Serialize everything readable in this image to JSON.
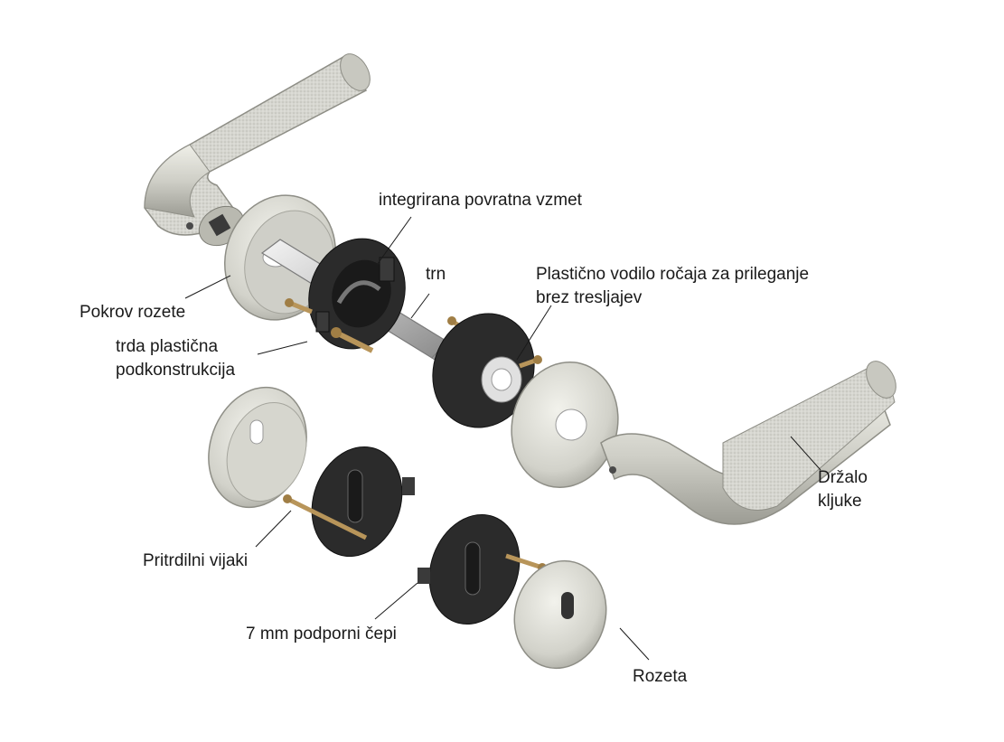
{
  "labels": {
    "spring": "integrirana povratna vzmet",
    "spindle": "trn",
    "guide_line1": "Plastično vodilo ročaja za prileganje",
    "guide_line2": "brez tresljajev",
    "cover": "Pokrov rozete",
    "substructure_line1": "trda plastična",
    "substructure_line2": "podkonstrukcija",
    "holder_line1": "Držalo",
    "holder_line2": "kljuke",
    "screws": "Pritrdilni vijaki",
    "pins": "7 mm podporni čepi",
    "rosette": "Rozeta"
  },
  "colors": {
    "metal_light": "#dcdcd4",
    "metal_mid": "#b9b9b0",
    "metal_dark": "#8e8e86",
    "plastic": "#2b2b2b",
    "brass": "#b8955a",
    "leader": "#6a7f9a"
  }
}
